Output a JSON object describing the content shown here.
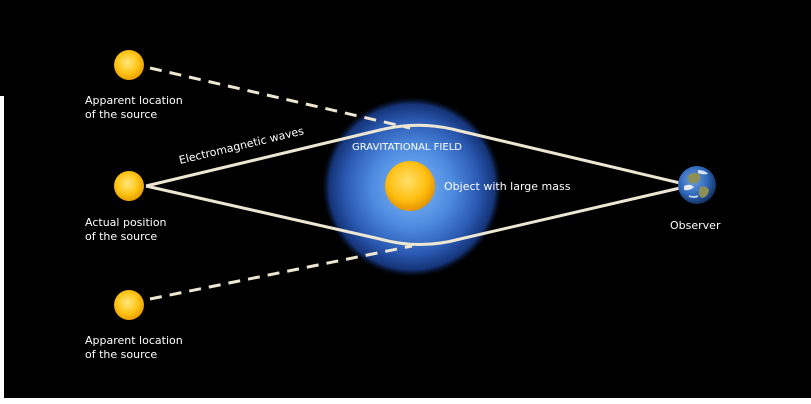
{
  "labels": {
    "apparent_top_line1": "Apparent location",
    "apparent_top_line2": "of the source",
    "actual_line1": "Actual position",
    "actual_line2": "of the source",
    "apparent_bottom_line1": "Apparent location",
    "apparent_bottom_line2": "of the source",
    "waves": "Electromagnetic waves",
    "field": "GRAVITATIONAL FIELD",
    "mass": "Object with large mass",
    "observer": "Observer"
  },
  "colors": {
    "background": "#000000",
    "ray": "#ece6d2",
    "sun": "#ffc414",
    "field_core": "#5d9ee8",
    "field_edge": "#1a3a88",
    "mass": "#ffbe10",
    "earth_ocean": "#2d66b8",
    "earth_land": "#8d8f56",
    "clouds": "#ffffff"
  },
  "icons": {
    "source": "sun-icon",
    "lens_mass": "star-icon",
    "observer": "earth-icon"
  }
}
